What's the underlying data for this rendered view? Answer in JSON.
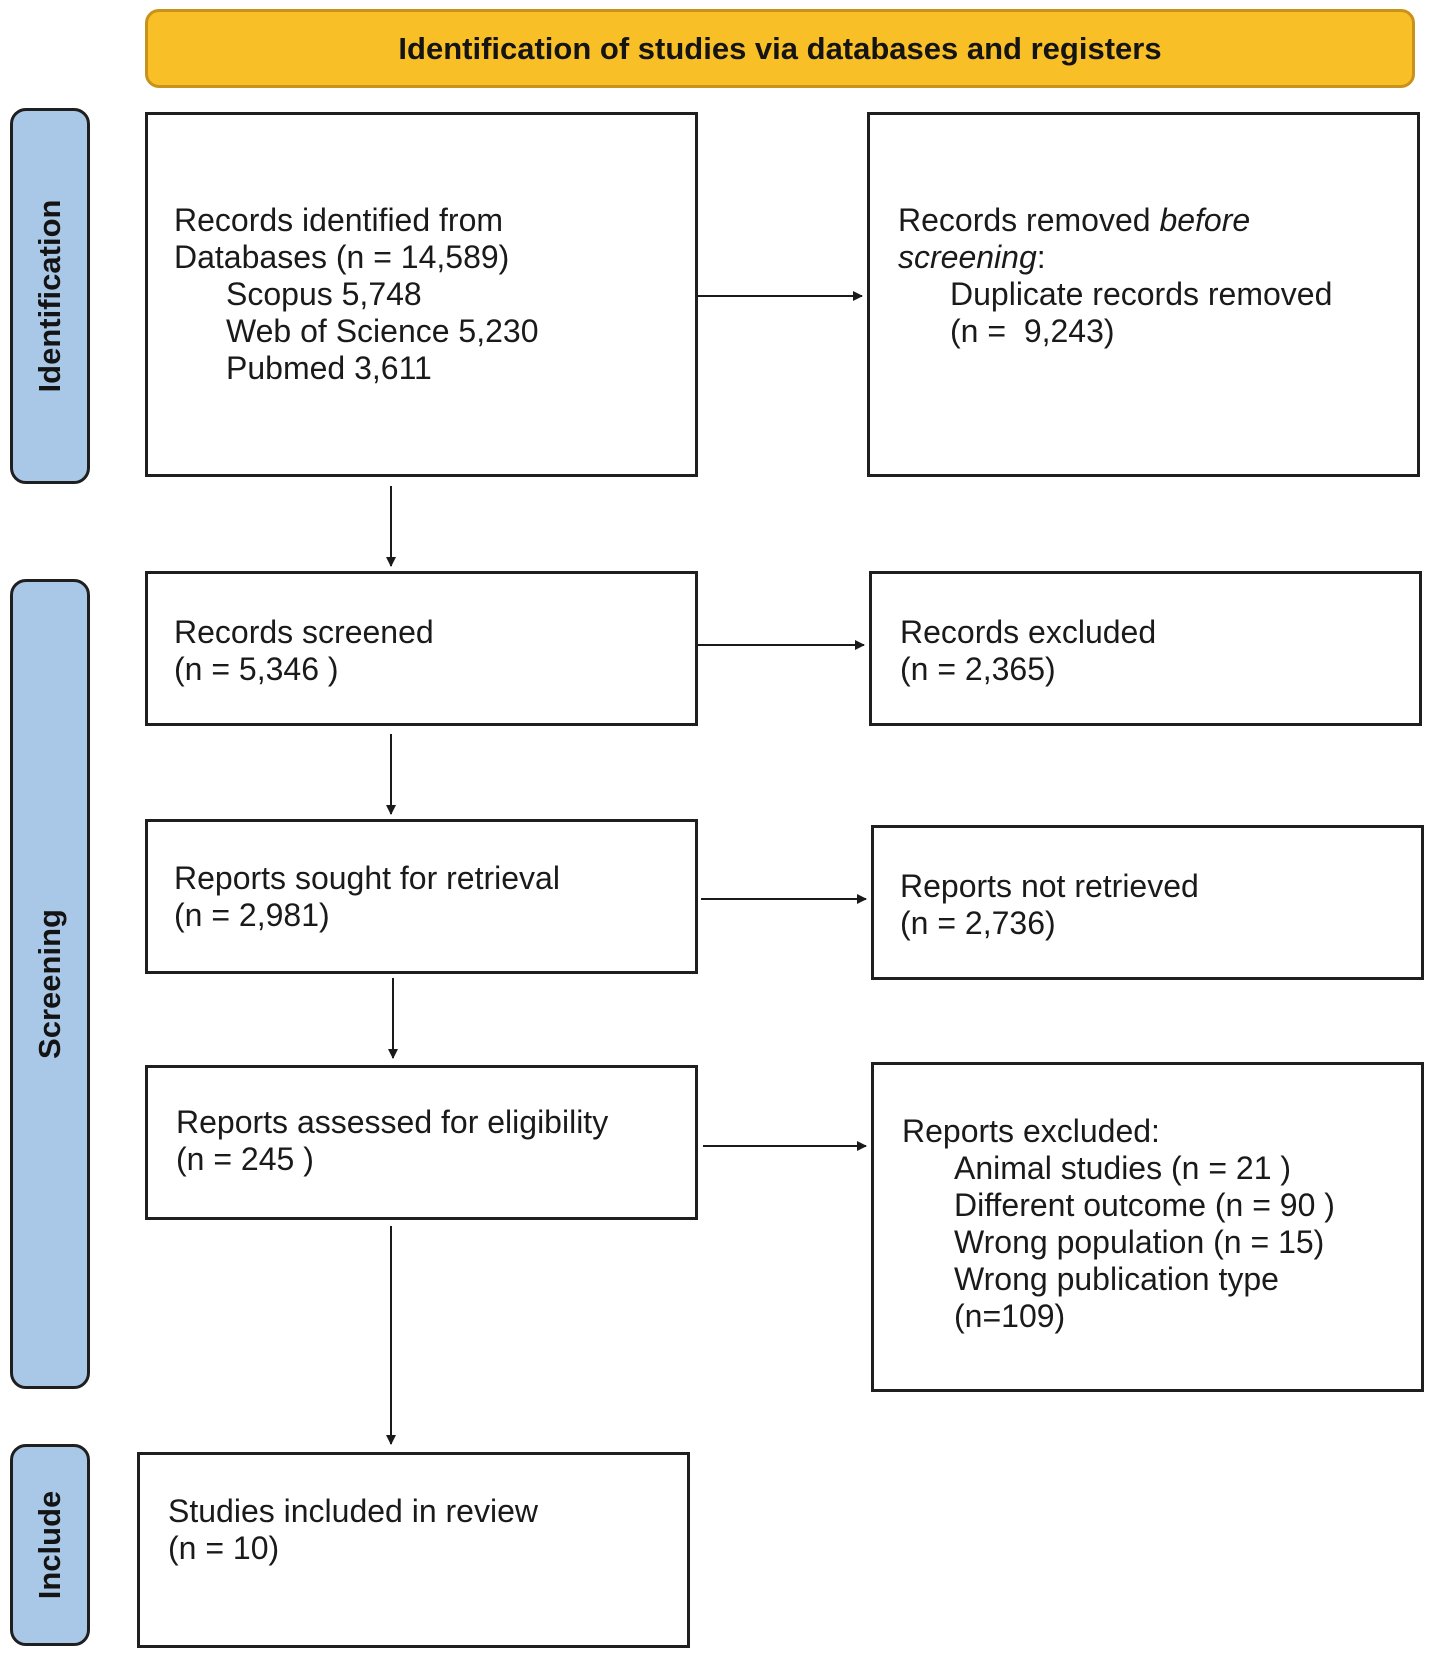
{
  "banner": {
    "title": "Identification of studies via databases and registers"
  },
  "phases": {
    "identification": "Identification",
    "screening": "Screening",
    "include": "Include"
  },
  "boxes": {
    "records_identified": {
      "line1": "Records identified from",
      "line2": "Databases (n = 14,589)",
      "sources": [
        "Scopus 5,748",
        "Web of Science 5,230",
        "Pubmed 3,611"
      ]
    },
    "records_removed": {
      "line1_prefix": "Records removed ",
      "line1_italic": "before",
      "line2_italic": "screening",
      "line2_suffix": ":",
      "detail1": "Duplicate records removed",
      "detail2": "(n =  9,243)"
    },
    "records_screened": {
      "line1": "Records screened",
      "line2": "(n = 5,346 )"
    },
    "records_excluded": {
      "line1": "Records excluded",
      "line2": "(n = 2,365)"
    },
    "reports_sought": {
      "line1": "Reports sought for retrieval",
      "line2": "(n = 2,981)"
    },
    "reports_not_retrieved": {
      "line1": "Reports not retrieved",
      "line2": "(n = 2,736)"
    },
    "reports_assessed": {
      "line1": "Reports assessed for eligibility",
      "line2": "(n = 245 )"
    },
    "reports_excluded": {
      "title": "Reports excluded:",
      "reasons": [
        "Animal studies (n = 21 )",
        "Different outcome (n = 90 )",
        "Wrong population (n = 15)",
        "Wrong publication type",
        "(n=109)"
      ]
    },
    "studies_included": {
      "line1": "Studies included in review",
      "line2": "(n = 10)"
    }
  }
}
